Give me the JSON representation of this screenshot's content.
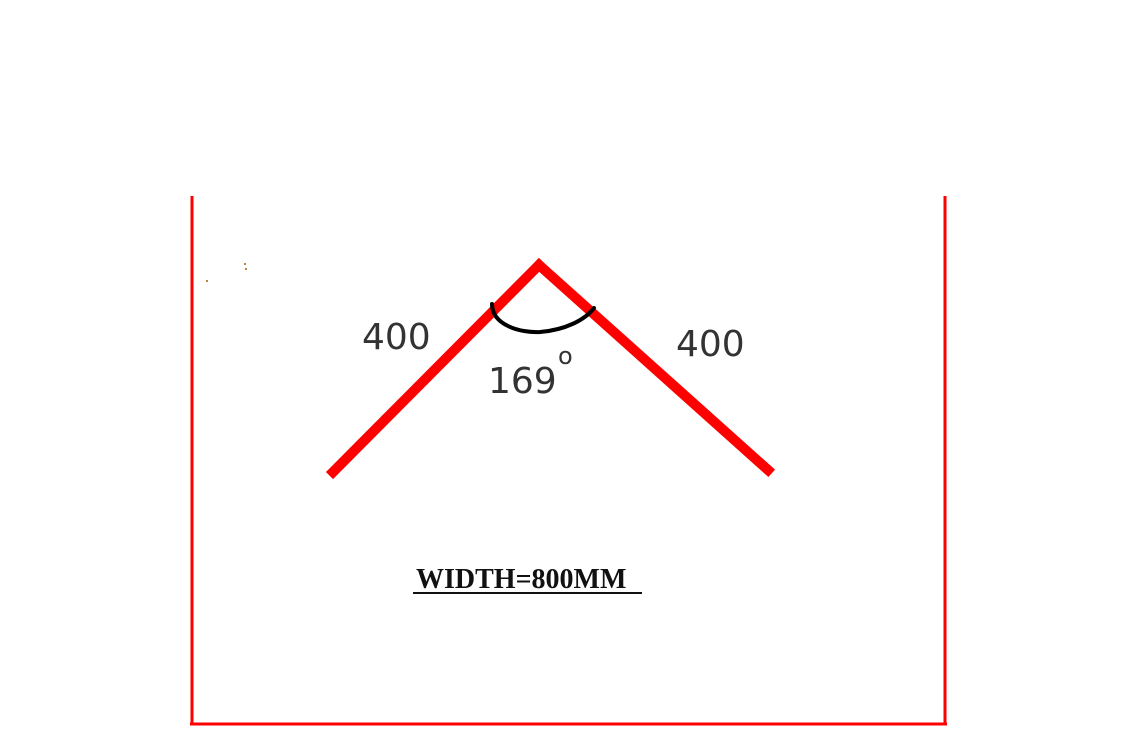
{
  "drawing": {
    "left_leg_label": "400",
    "right_leg_label": "400",
    "angle_value": "169",
    "angle_degree_mark": "o",
    "caption": "WIDTH=800MM"
  },
  "colors": {
    "frame": "#ff0000",
    "profile": "#ff0000",
    "arc": "#000000",
    "text": "#333333",
    "caption": "#111111",
    "background": "#ffffff"
  }
}
